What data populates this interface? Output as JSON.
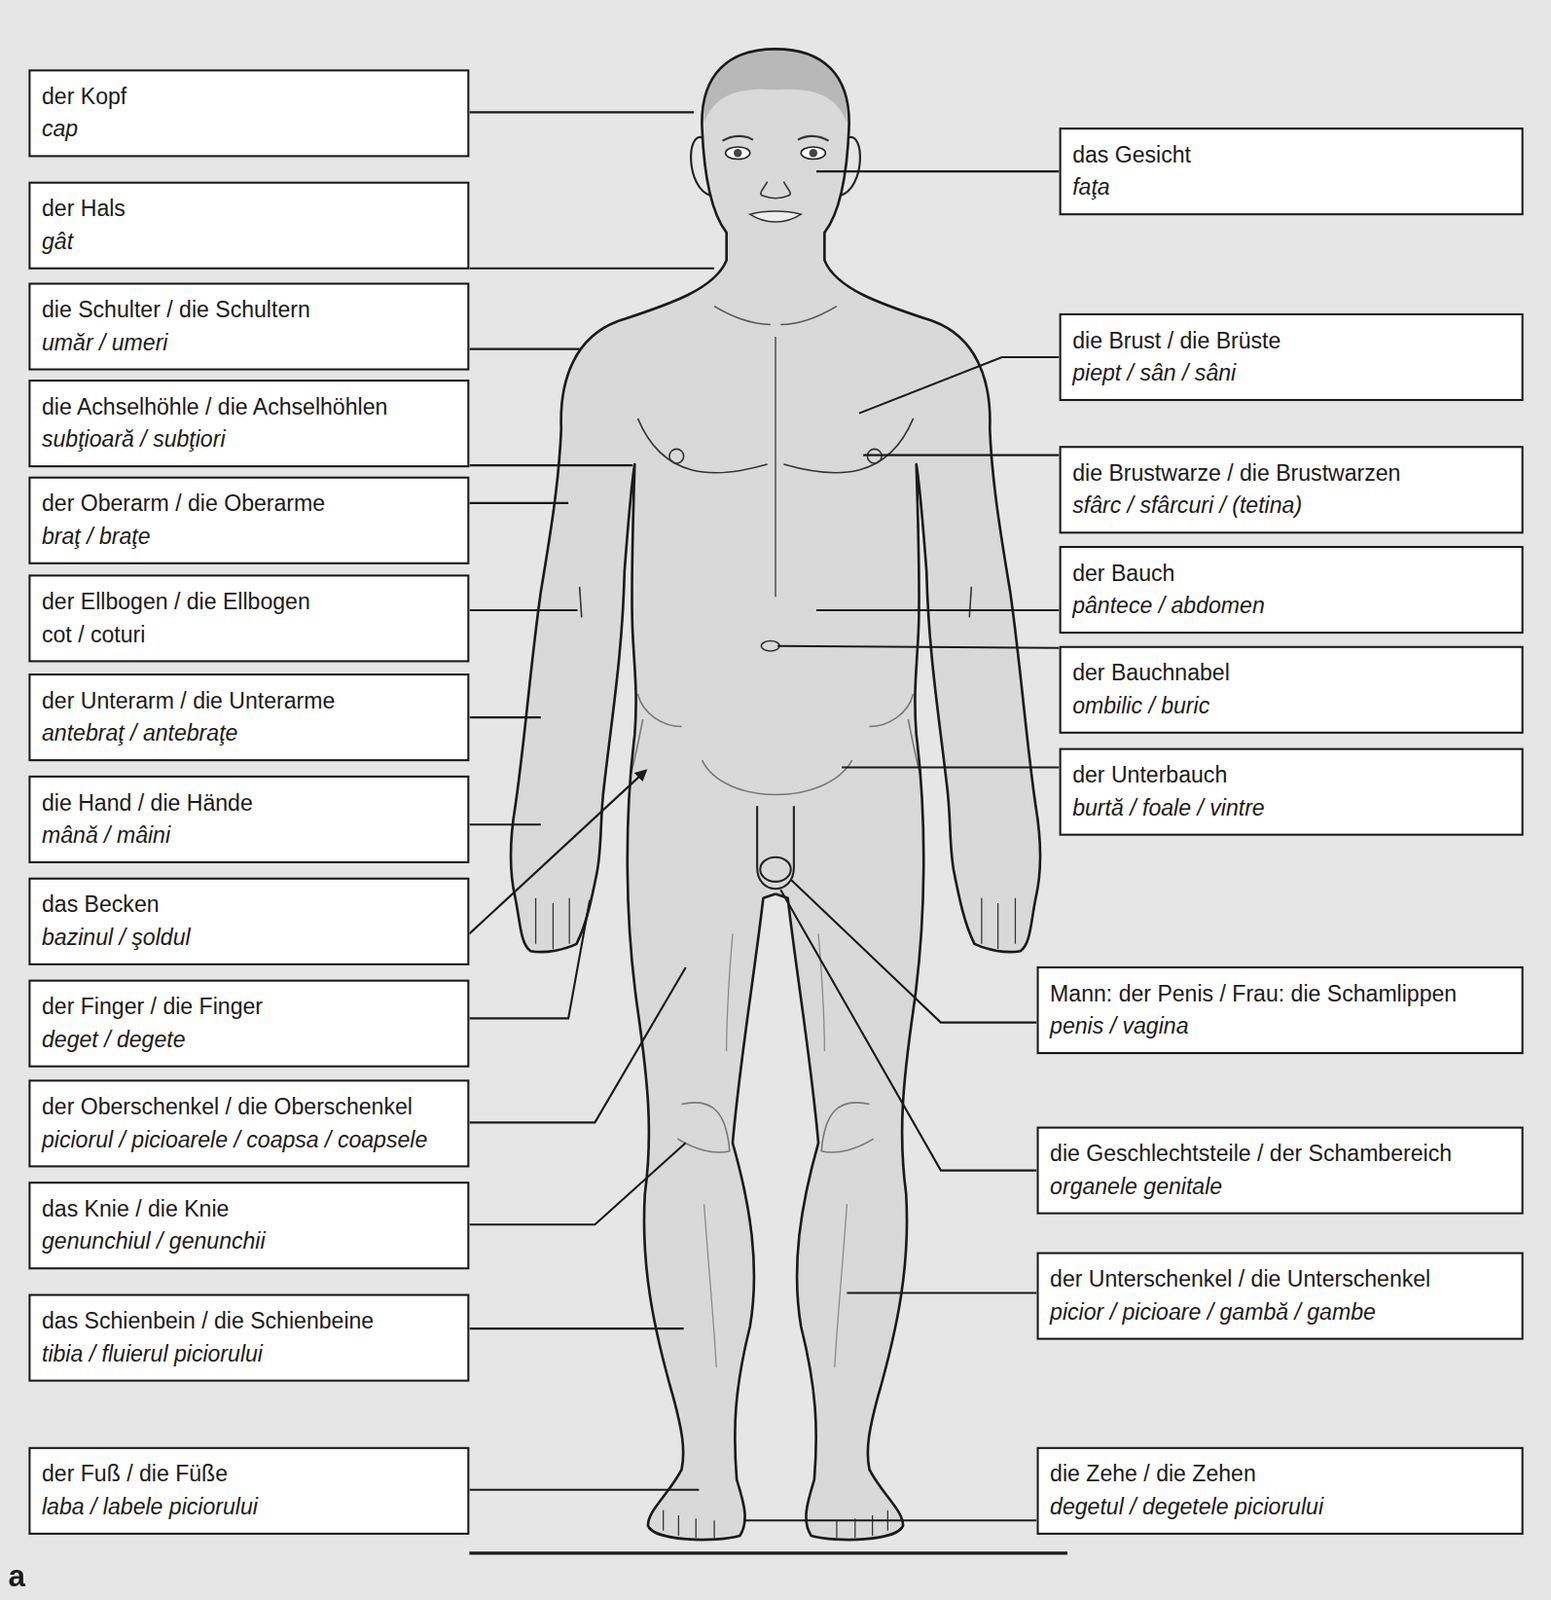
{
  "diagram": {
    "nodes": [
      {
        "text": [
          "der Kopf",
          "cap"
        ]
      },
      {
        "text": [
          "der Hals",
          "gât"
        ]
      },
      {
        "text": [
          "die Schulter / die Schultern",
          "umăr / umeri"
        ]
      },
      {
        "text": [
          "die Achselhöhle / die Achselhöhlen",
          "subţioară / subţiori"
        ]
      },
      {
        "text": [
          "der Oberarm / die Oberarme",
          "braţ / braţe"
        ]
      },
      {
        "text": [
          "der Ellbogen / die Ellbogen",
          "cot / coturi"
        ]
      },
      {
        "text": [
          "der Unterarm / die Unterarme",
          "antebraţ / antebraţe"
        ]
      },
      {
        "text": [
          "die Hand / die Hände",
          "mână / mâini"
        ]
      },
      {
        "text": [
          "das Becken",
          "bazinul / şoldul"
        ]
      },
      {
        "text": [
          "der Finger / die Finger",
          "deget / degete"
        ]
      },
      {
        "text": [
          "der Oberschenkel / die Oberschenkel",
          "piciorul / picioarele / coapsa / coapsele"
        ]
      },
      {
        "text": [
          "das Knie / die Knie",
          "genunchiul / genunchii"
        ]
      },
      {
        "text": [
          "das Schienbein / die Schienbeine",
          "tibia / fluierul piciorului"
        ]
      },
      {
        "text": [
          "der Fuß / die Füße",
          "laba / labele piciorului"
        ]
      },
      {
        "text": [
          "das Gesicht",
          "faţa"
        ]
      },
      {
        "text": [
          "die Brust / die Brüste",
          "piept / sân / sâni"
        ]
      },
      {
        "text": [
          "die Brustwarze / die Brustwarzen",
          "sfârc / sfârcuri / (tetina)"
        ]
      },
      {
        "text": [
          "der Bauch",
          "pântece / abdomen"
        ]
      },
      {
        "text": [
          "der Bauchnabel",
          "ombilic / buric"
        ]
      },
      {
        "text": [
          "der Unterbauch",
          "burtă / foale / vintre"
        ]
      },
      {
        "text": [
          "Mann: der Penis / Frau: die Schamlippen",
          "penis / vagina"
        ]
      },
      {
        "text": [
          "die Geschlechtsteile / der Schambereich",
          "organele genitale"
        ]
      },
      {
        "text": [
          "der Unterschenkel / die Unterschenkel",
          "picior / picioare / gambă / gambe"
        ]
      },
      {
        "text": [
          "die Zehe / die Zehen",
          "degetul / degetele piciorului"
        ]
      }
    ],
    "labels": [
      "a"
    ]
  }
}
